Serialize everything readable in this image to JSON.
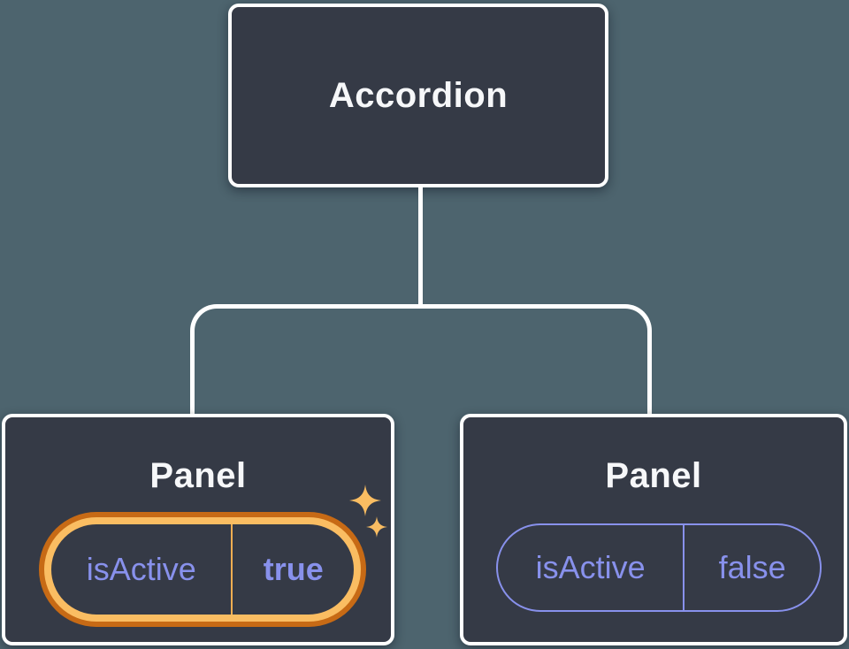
{
  "colors": {
    "background": "#4D646E",
    "box_fill": "#353A46",
    "box_border": "#FFFFFF",
    "text_primary": "#F6F7F9",
    "state_text": "#8891EC",
    "highlight_gold": "#FABD62",
    "highlight_orange": "#C76A15",
    "divider_gold": "#F3AE52"
  },
  "tree": {
    "root": {
      "label": "Accordion"
    },
    "children": [
      {
        "label": "Panel",
        "state": {
          "name": "isActive",
          "value": "true"
        },
        "highlighted": true,
        "badge_icon": "sparkles"
      },
      {
        "label": "Panel",
        "state": {
          "name": "isActive",
          "value": "false"
        },
        "highlighted": false,
        "badge_icon": null
      }
    ]
  }
}
